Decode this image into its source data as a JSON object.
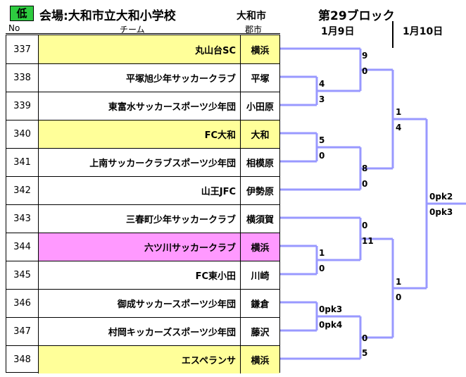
{
  "header": {
    "badge": "低",
    "venue": "会場:大和市立大和小学校",
    "city": "大和市",
    "block": "第29ブロック",
    "date1": "1月9日",
    "date2": "1月10日"
  },
  "columns": {
    "no": "No",
    "team": "チーム",
    "city": "郡市"
  },
  "colors": {
    "yellow": "#ffff99",
    "pink": "#ff99ff",
    "white": "#ffffff",
    "line": "#9999ff",
    "badge": "#2ecc40"
  },
  "teams": [
    {
      "no": "337",
      "name": "丸山台SC",
      "city": "横浜",
      "fill": "yellow"
    },
    {
      "no": "338",
      "name": "平塚旭少年サッカークラブ",
      "city": "平塚",
      "fill": "white"
    },
    {
      "no": "339",
      "name": "東富水サッカースポーツ少年団",
      "city": "小田原",
      "fill": "white"
    },
    {
      "no": "340",
      "name": "FC大和",
      "city": "大和",
      "fill": "yellow"
    },
    {
      "no": "341",
      "name": "上南サッカークラブスポーツ少年団",
      "city": "相模原",
      "fill": "white"
    },
    {
      "no": "342",
      "name": "山王JFC",
      "city": "伊勢原",
      "fill": "white"
    },
    {
      "no": "343",
      "name": "三春町少年サッカークラブ",
      "city": "横須賀",
      "fill": "white"
    },
    {
      "no": "344",
      "name": "六ツ川サッカークラブ",
      "city": "横浜",
      "fill": "pink"
    },
    {
      "no": "345",
      "name": "FC東小田",
      "city": "川崎",
      "fill": "white"
    },
    {
      "no": "346",
      "name": "御成サッカースポーツ少年団",
      "city": "鎌倉",
      "fill": "white"
    },
    {
      "no": "347",
      "name": "村岡キッカーズスポーツ少年団",
      "city": "藤沢",
      "fill": "white"
    },
    {
      "no": "348",
      "name": "エスペランサ",
      "city": "横浜",
      "fill": "yellow"
    }
  ],
  "scores": {
    "m1_top": "4",
    "m1_bot": "3",
    "m2_top": "5",
    "m2_bot": "0",
    "m3_top": "1",
    "m3_bot": "0",
    "m4_top": "0pk3",
    "m4_bot": "0pk4",
    "r2a_top": "9",
    "r2a_bot": "0",
    "r2b_top": "8",
    "r2b_bot": "0",
    "r2c_top": "0",
    "r2c_bot": "11",
    "r2d_top": "0",
    "r2d_bot": "5",
    "r3a_top": "1",
    "r3a_bot": "4",
    "r3b_top": "1",
    "r3b_bot": "0",
    "final_top": "0pk2",
    "final_bot": "0pk3"
  }
}
